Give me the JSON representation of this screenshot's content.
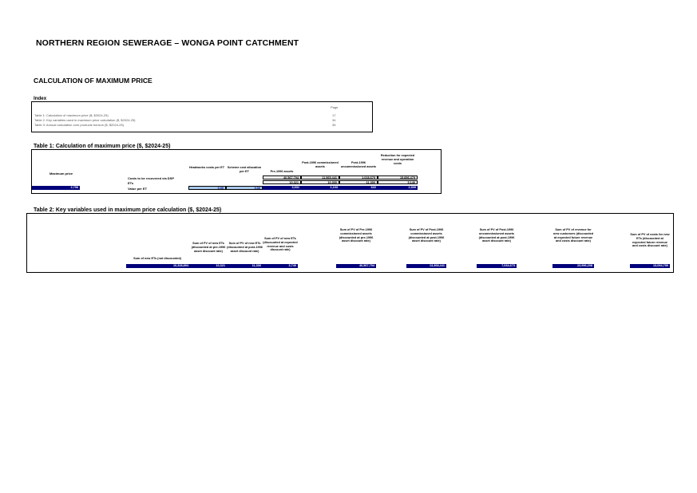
{
  "document": {
    "title": "NORTHERN REGION SEWERAGE  – WONGA POINT CATCHMENT",
    "subtitle": "CALCULATION OF MAXIMUM PRICE"
  },
  "index": {
    "heading": "Index",
    "page_header": "Page",
    "items": [
      {
        "label": "Table 1:  Calculation of maximum price ($, $2024-25)",
        "page": "17"
      },
      {
        "label": "Table 2:  Key variables used in maximum price calculation ($, $2024-25)",
        "page": "34"
      },
      {
        "label": "Table 3:  Annual calculation over products horizon ($, $2024-25)",
        "page": "35"
      }
    ]
  },
  "table1": {
    "title": "Table 1:  Calculation of maximum price ($, $2024-25)",
    "max_price_label": "Maximum price",
    "max_price_value": "2,796",
    "columns": [
      "Headworks costs per ET",
      "Scheme cost allocation per ET",
      "Pre-1996 assets",
      "Post-1996 commissioned assets",
      "Post-1996 uncommissioned assets",
      "Reduction for expected revenue and operation costs"
    ],
    "rows": [
      {
        "label": "Costs to be recovered via DSP",
        "values": [
          "",
          "",
          "40,567,794",
          "11,565,441",
          "1,028,679",
          "15,896,479"
        ]
      },
      {
        "label": "ETs",
        "values": [
          "",
          "",
          "10,321",
          "10,300",
          "11,300",
          "5,140"
        ]
      },
      {
        "label": "Value per ET",
        "values": [
          "0.00",
          "0.00",
          "3,931",
          "1,103",
          "622",
          "2,909"
        ]
      }
    ]
  },
  "table2": {
    "title": "Table 2:  Key variables used in maximum price calculation ($, $2024-25)",
    "columns": [
      "Sum of new ETs (not discounted)",
      "Sum of PV of new ETs (discounted at pre-1996 asset discount rate)",
      "Sum of PV of new ETs (discounted at post-1996 asset discount rate)",
      "Sum of PV of new ETs (discounted at expected revenue and costs discount rate)",
      "Sum of PV of Pre-1996 commissioned assets (discounted at pre-1996 asset discount rate)",
      "Sum of PV of Post-1996 commissioned assets (discounted at post-1996 asset discount rate)",
      "Sum of PV of Post-1996 uncommissioned assets (discounted at post-1996 asset discount rate)",
      "Sum of PV of revenue for new customers (discounted at expected future revenue and costs discount rate)",
      "Sum of PV of costs for new ETs (discounted at expected future revenue and costs discount rate)"
    ],
    "values": [
      "10,328,894",
      "10,321",
      "11,300",
      "3,740",
      "40,567,794",
      "13,368,441",
      "7,034,673",
      "23,996,208",
      "13,094,790"
    ]
  },
  "colors": {
    "navy": "#00007a",
    "light_blue": "#a8c8ec"
  }
}
